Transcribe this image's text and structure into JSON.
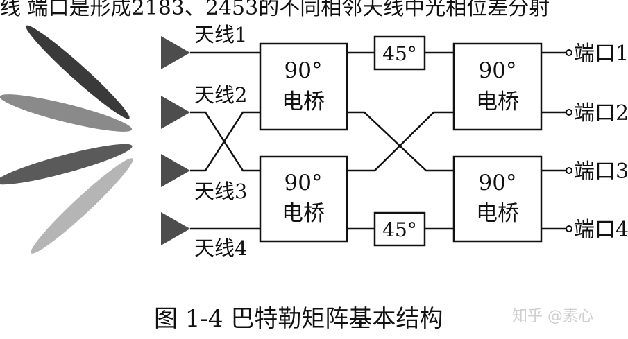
{
  "top_text": "线 端口是形成2183、2453的不同相邻天线中光相位差分射",
  "antennas": [
    "天线1",
    "天线2",
    "天线3",
    "天线4"
  ],
  "hybrid": {
    "line1": "90°",
    "line2": "电桥"
  },
  "phase_shifters": [
    "45°",
    "45°"
  ],
  "ports": [
    "端口1",
    "端口2",
    "端口3",
    "端口4"
  ],
  "caption": "图 1-4  巴特勒矩阵基本结构",
  "watermark": "知乎 @素心",
  "colors": {
    "line": "#111111",
    "antenna": "#4d4d4d",
    "beam_1": "#3a3a3a",
    "beam_2": "#8a8a8a",
    "beam_3": "#5a5a5a",
    "beam_4": "#b5b5b5"
  }
}
